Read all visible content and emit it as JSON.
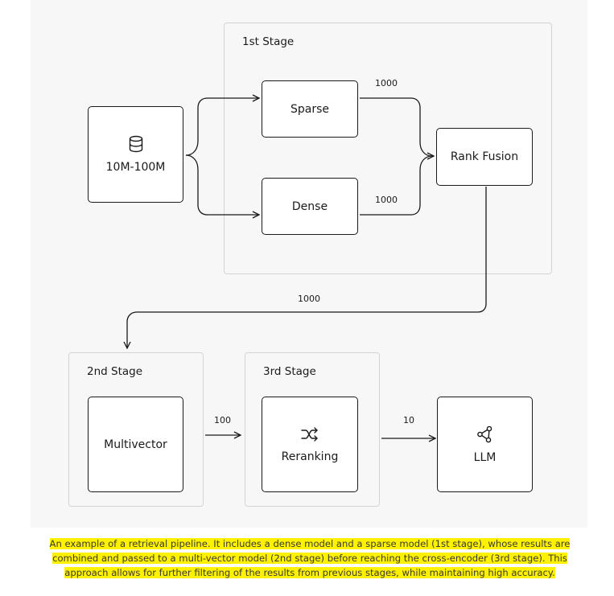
{
  "stages": {
    "first": "1st Stage",
    "second": "2nd Stage",
    "third": "3rd Stage"
  },
  "nodes": {
    "source": "10M-100M",
    "sparse": "Sparse",
    "dense": "Dense",
    "rank_fusion": "Rank Fusion",
    "multivector": "Multivector",
    "reranking": "Reranking",
    "llm": "LLM"
  },
  "edge_labels": {
    "sparse_out": "1000",
    "dense_out": "1000",
    "fusion_out": "1000",
    "multivector_out": "100",
    "reranking_out": "10"
  },
  "icons": {
    "source": "database-icon",
    "reranking": "shuffle-icon",
    "llm": "share-nodes-icon"
  },
  "caption": "An example of a retrieval pipeline. It includes a dense model and a sparse model (1st stage), whose results are combined and passed to a multi-vector model (2nd stage) before reaching the cross-encoder (3rd stage). This approach allows for further filtering of the results from previous stages, while maintaining high accuracy.",
  "colors": {
    "highlight": "#fff200",
    "stroke": "#1a1a1a",
    "stage_border": "#d4d4d4",
    "canvas": "#f7f7f7"
  }
}
